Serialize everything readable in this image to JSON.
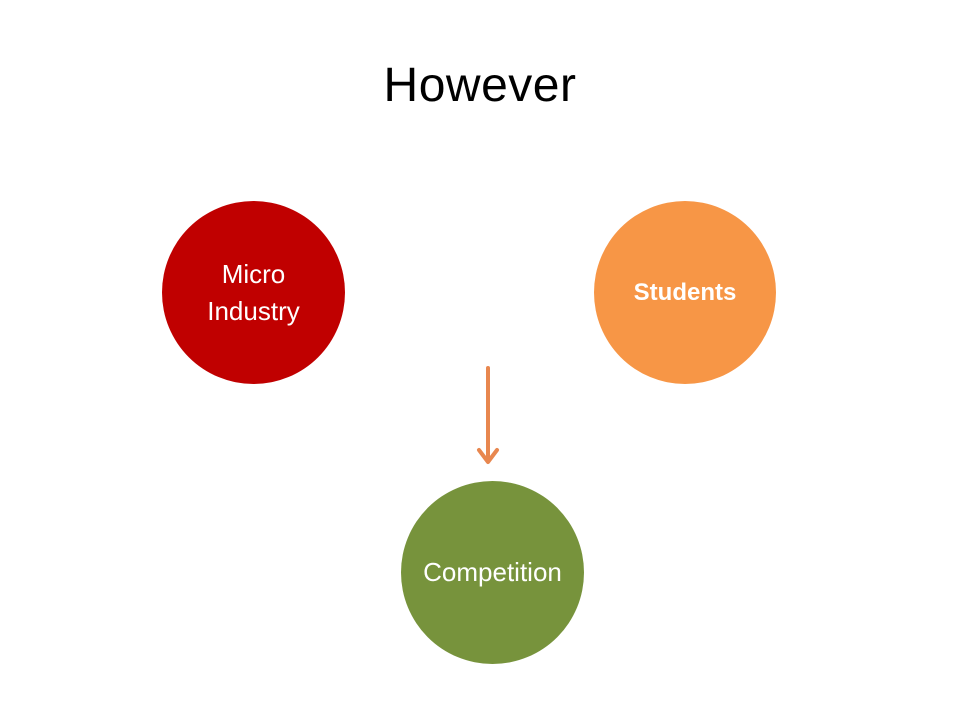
{
  "slide": {
    "title": "However"
  },
  "nodes": {
    "micro_industry": {
      "label": "Micro\nIndustry",
      "color": "#c00000"
    },
    "students": {
      "label": "Students",
      "color": "#f79646"
    },
    "competition": {
      "label": "Competition",
      "color": "#77933c"
    }
  },
  "connectors": {
    "arrow_color": "#e8874f"
  }
}
